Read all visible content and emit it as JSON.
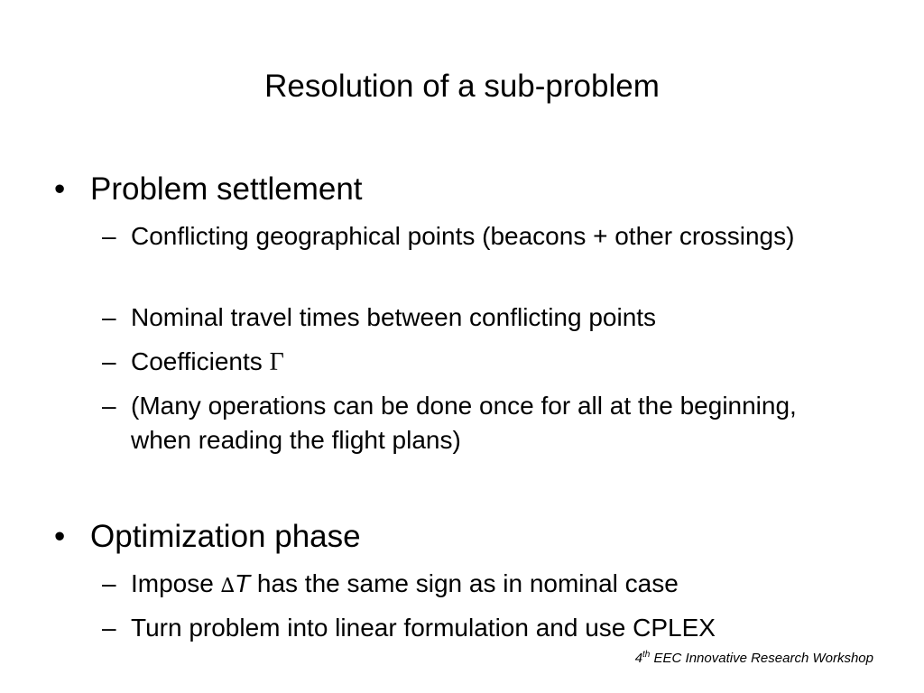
{
  "slide": {
    "title": "Resolution of a sub-problem",
    "bullet_glyph": "•",
    "dash_glyph": "–",
    "sections": [
      {
        "heading": "Problem settlement",
        "items": [
          "Conflicting geographical points (beacons + other crossings)",
          "Nominal travel times between conflicting points",
          {
            "prefix": "Coefficients ",
            "symbol": "Γ"
          },
          "(Many operations can be done once for all at the beginning, when reading the flight plans)"
        ]
      },
      {
        "heading": "Optimization phase",
        "items": [
          {
            "prefix": "Impose ",
            "delta": "∆",
            "variable": "T",
            "suffix": " has the same sign as in nominal case"
          },
          "Turn problem into linear formulation and use CPLEX"
        ]
      }
    ],
    "footer": {
      "ordinal_number": "4",
      "ordinal_suffix": "th",
      "text": " EEC Innovative Research Workshop"
    }
  }
}
